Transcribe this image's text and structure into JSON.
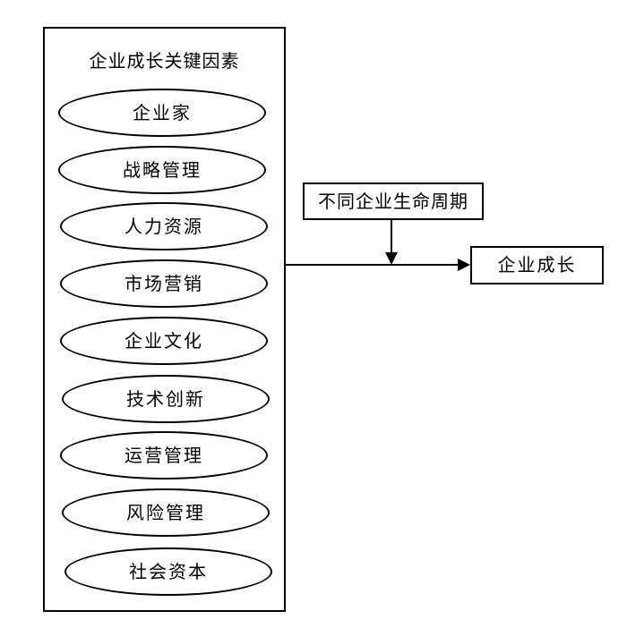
{
  "factors_box": {
    "title": "企业成长关键因素",
    "items": [
      "企业家",
      "战略管理",
      "人力资源",
      "市场营销",
      "企业文化",
      "技术创新",
      "运营管理",
      "风险管理",
      "社会资本"
    ]
  },
  "moderator_box": {
    "label": "不同企业生命周期"
  },
  "outcome_box": {
    "label": "企业成长"
  }
}
